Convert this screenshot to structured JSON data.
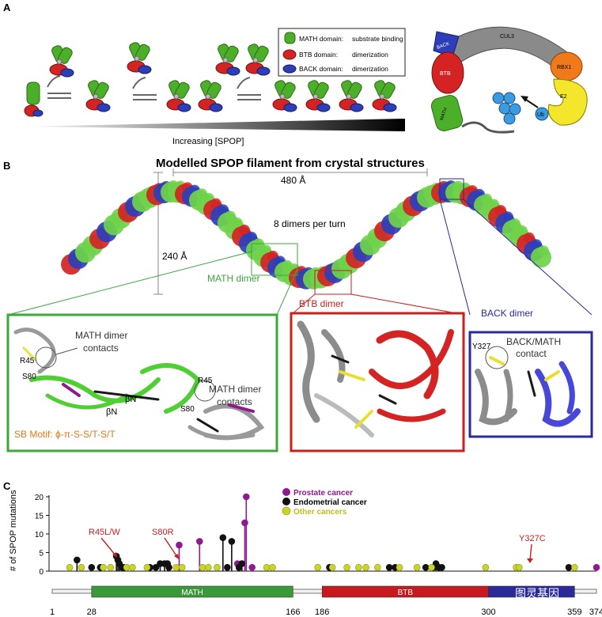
{
  "panelA": {
    "label": "A",
    "legend": [
      {
        "name": "MATH domain:",
        "desc": "substrate binding",
        "color": "#4caf2a"
      },
      {
        "name": "BTB domain:",
        "desc": "dimerization",
        "color": "#d42323"
      },
      {
        "name": "BACK domain:",
        "desc": "dimerization",
        "color": "#2c3fb8"
      }
    ],
    "gradient_label": "Increasing [SPOP]",
    "complex": {
      "back": "BACK",
      "btb": "BTB",
      "cul3": "CUL3",
      "rbx1": "RBX1",
      "e2": "E2",
      "math": "MATH",
      "ub": "Ub"
    }
  },
  "panelB": {
    "label": "B",
    "title": "Modelled SPOP filament from crystal structures",
    "pitch": "480 Å",
    "height": "240 Å",
    "dimers_per_turn": "8 dimers per turn",
    "math_dimer_label": "MATH dimer",
    "btb_dimer_label": "BTB dimer",
    "back_dimer_label": "BACK dimer",
    "inset1": {
      "contacts_a": "MATH dimer\ncontacts",
      "contacts_b": "MATH dimer\ncontacts",
      "r45": "R45",
      "s80": "S80",
      "r45b": "R45",
      "s80b": "S80",
      "bn1": "βN",
      "bn2": "βN",
      "sb_motif": "SB Motif:  ϕ-π-S-S/T-S/T"
    },
    "inset3": {
      "y327": "Y327",
      "contact": "BACK/MATH\ncontact"
    }
  },
  "panelC": {
    "label": "C",
    "ylabel": "# of SPOP mutations",
    "legend": [
      {
        "name": "Prostate cancer",
        "color": "#8e1a8e"
      },
      {
        "name": "Endometrial cancer",
        "color": "#111111"
      },
      {
        "name": "Other cancers",
        "color": "#c8d62a"
      }
    ],
    "annotations": [
      "R45L/W",
      "S80R",
      "Y327C"
    ],
    "domains": [
      {
        "name": "MATH",
        "start": 28,
        "end": 166,
        "color": "#3a9a3a"
      },
      {
        "name": "BTB",
        "start": 186,
        "end": 300,
        "color": "#c8191f"
      },
      {
        "name": "",
        "start": 300,
        "end": 359,
        "color": "#2a2a9a"
      }
    ],
    "xticks": [
      "1",
      "28",
      "166",
      "186",
      "300",
      "359",
      "374"
    ],
    "watermark": "图灵基因"
  },
  "chart_data": {
    "type": "scatter",
    "xlabel": "",
    "ylabel": "# of SPOP mutations",
    "xlim": [
      1,
      374
    ],
    "ylim": [
      0,
      20
    ],
    "yticks": [
      0,
      5,
      10,
      15,
      20
    ],
    "series": [
      {
        "name": "Prostate cancer",
        "points": [
          [
            88,
            7
          ],
          [
            102,
            8
          ],
          [
            128,
            2
          ],
          [
            133,
            13
          ],
          [
            134,
            20
          ],
          [
            138,
            1
          ],
          [
            374,
            1
          ]
        ]
      },
      {
        "name": "Endometrial cancer",
        "points": [
          [
            18,
            3
          ],
          [
            28,
            1
          ],
          [
            34,
            1
          ],
          [
            45,
            4
          ],
          [
            46,
            3
          ],
          [
            47,
            2
          ],
          [
            49,
            1
          ],
          [
            50,
            1
          ],
          [
            68,
            1
          ],
          [
            72,
            1
          ],
          [
            75,
            2
          ],
          [
            78,
            2
          ],
          [
            80,
            2
          ],
          [
            81,
            1
          ],
          [
            118,
            9
          ],
          [
            121,
            1
          ],
          [
            124,
            8
          ],
          [
            129,
            1
          ],
          [
            131,
            2
          ],
          [
            191,
            1
          ],
          [
            232,
            1
          ],
          [
            236,
            1
          ],
          [
            257,
            1
          ],
          [
            262,
            1
          ],
          [
            264,
            2
          ],
          [
            266,
            1
          ],
          [
            268,
            1
          ],
          [
            355,
            1
          ]
        ]
      },
      {
        "name": "Other cancers",
        "points": [
          [
            13,
            1
          ],
          [
            21,
            1
          ],
          [
            36,
            1
          ],
          [
            41,
            1
          ],
          [
            52,
            1
          ],
          [
            56,
            1
          ],
          [
            66,
            1
          ],
          [
            86,
            1
          ],
          [
            90,
            1
          ],
          [
            104,
            1
          ],
          [
            108,
            1
          ],
          [
            114,
            1
          ],
          [
            148,
            1
          ],
          [
            152,
            1
          ],
          [
            183,
            1
          ],
          [
            193,
            1
          ],
          [
            203,
            1
          ],
          [
            211,
            1
          ],
          [
            216,
            1
          ],
          [
            224,
            1
          ],
          [
            239,
            1
          ],
          [
            251,
            1
          ],
          [
            261,
            1
          ],
          [
            298,
            1
          ],
          [
            319,
            1
          ],
          [
            321,
            1
          ],
          [
            359,
            1
          ]
        ]
      }
    ]
  }
}
